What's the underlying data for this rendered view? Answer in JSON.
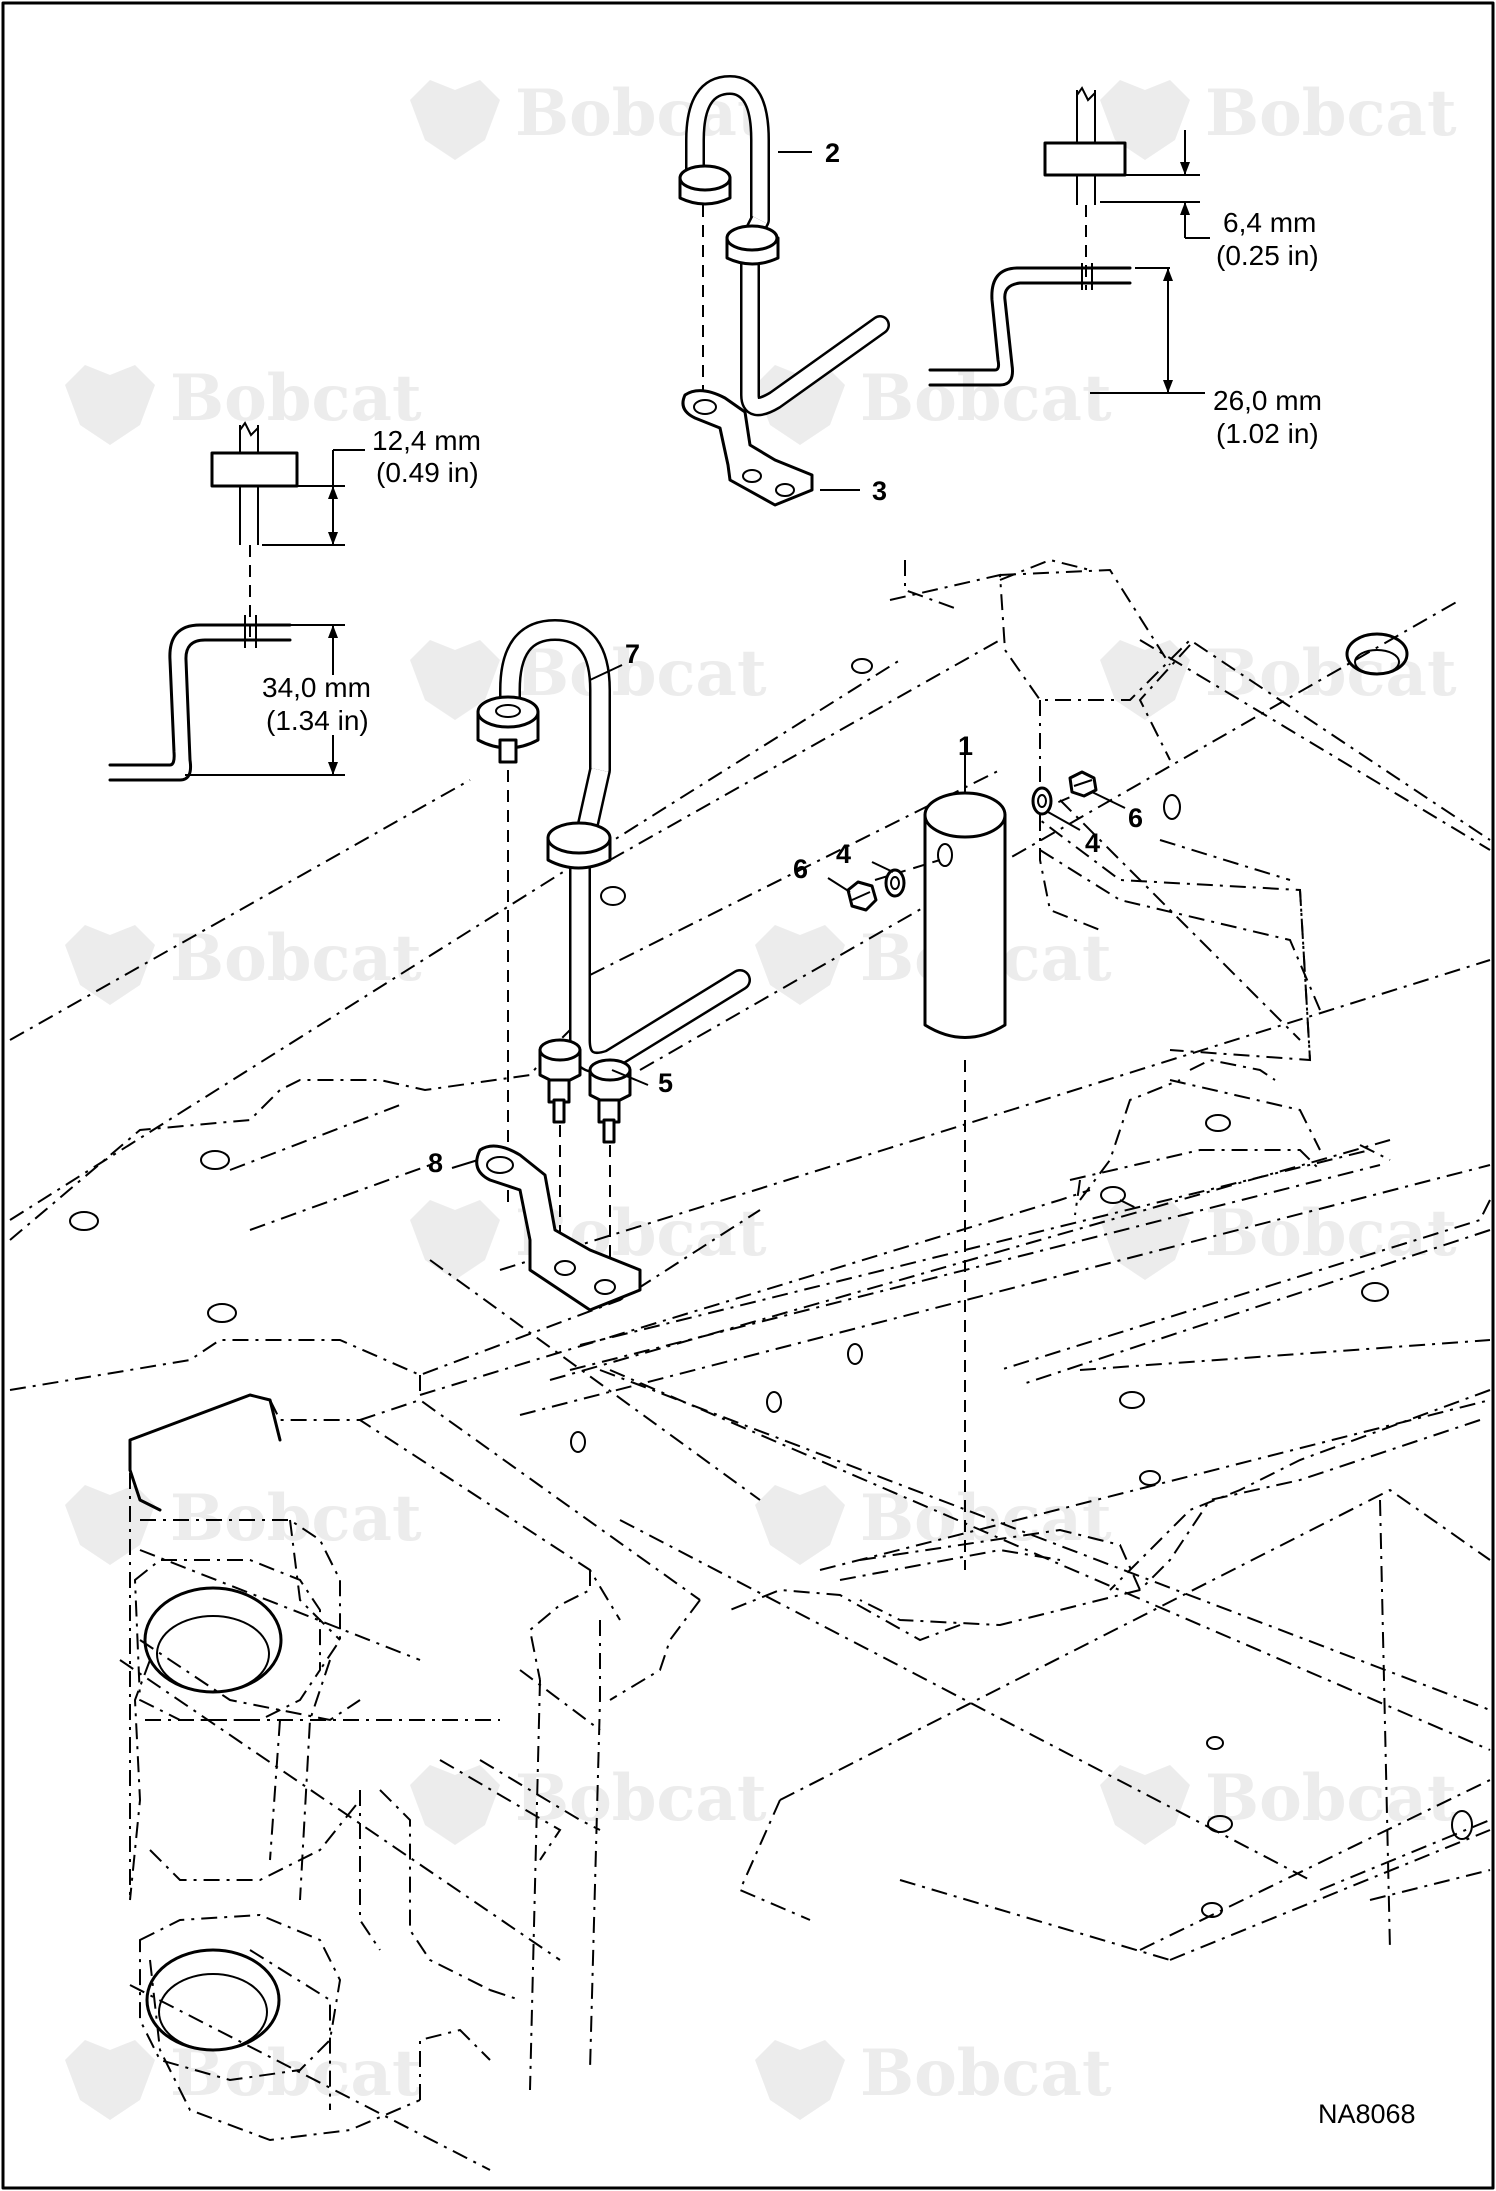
{
  "watermark": {
    "text": "Bobcat"
  },
  "drawing_code": "NA8068",
  "callouts": [
    {
      "id": "c1",
      "text": "1"
    },
    {
      "id": "c2",
      "text": "2"
    },
    {
      "id": "c3",
      "text": "3"
    },
    {
      "id": "c4a",
      "text": "4"
    },
    {
      "id": "c4b",
      "text": "4"
    },
    {
      "id": "c5",
      "text": "5"
    },
    {
      "id": "c6a",
      "text": "6"
    },
    {
      "id": "c6b",
      "text": "6"
    },
    {
      "id": "c7",
      "text": "7"
    },
    {
      "id": "c8",
      "text": "8"
    }
  ],
  "dimensions": {
    "d64": {
      "metric": "6,4 mm",
      "imperial": "(0.25 in)"
    },
    "d260": {
      "metric": "26,0 mm",
      "imperial": "(1.02 in)"
    },
    "d124": {
      "metric": "12,4 mm",
      "imperial": "(0.49 in)"
    },
    "d340": {
      "metric": "34,0 mm",
      "imperial": "(1.34 in)"
    }
  }
}
